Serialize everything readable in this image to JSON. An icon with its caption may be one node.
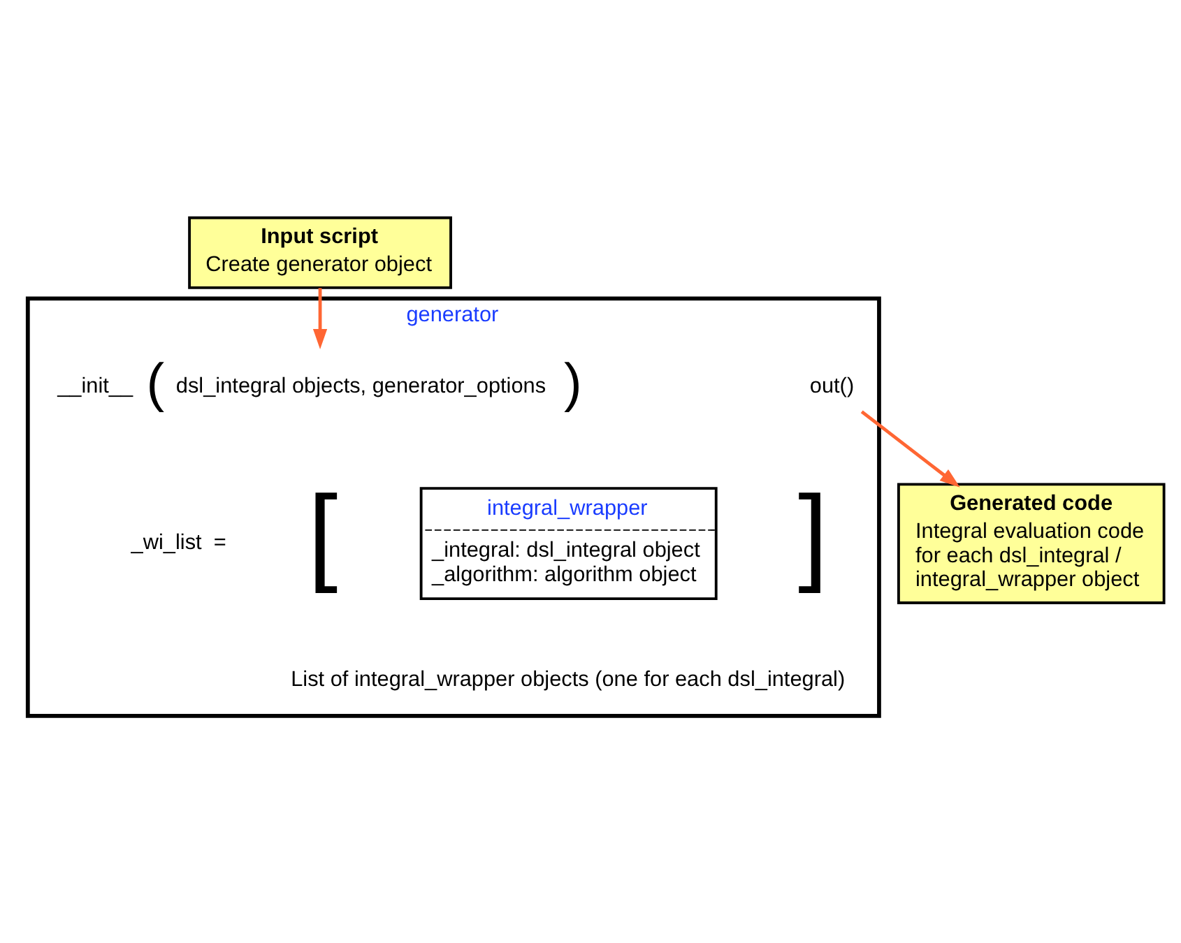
{
  "diagram": {
    "nodes": [
      {
        "text": [
          "Input script",
          "Create generator object"
        ]
      },
      {
        "text": [
          "generator"
        ]
      },
      {
        "text": [
          "__init__",
          "(",
          "dsl_integral objects, generator_options",
          ")"
        ],
        "in": 1
      },
      {
        "text": [
          "out()"
        ],
        "in": 1
      },
      {
        "text": [
          "_wi_list  ="
        ],
        "in": 1
      },
      {
        "text": [
          "integral_wrapper",
          "_integral: dsl_integral object",
          "_algorithm: algorithm object"
        ],
        "in": 1
      },
      {
        "text": [
          "Generated code",
          "Integral evaluation code for each dsl_integral / integral_wrapper object"
        ]
      }
    ],
    "edges": [
      {
        "from": 0,
        "to": 2,
        "arrow": "to"
      },
      {
        "from": 3,
        "to": 6,
        "arrow": "to"
      }
    ],
    "labels": [
      "[",
      "]",
      "List of integral_wrapper objects (one for each dsl_integral)"
    ]
  }
}
